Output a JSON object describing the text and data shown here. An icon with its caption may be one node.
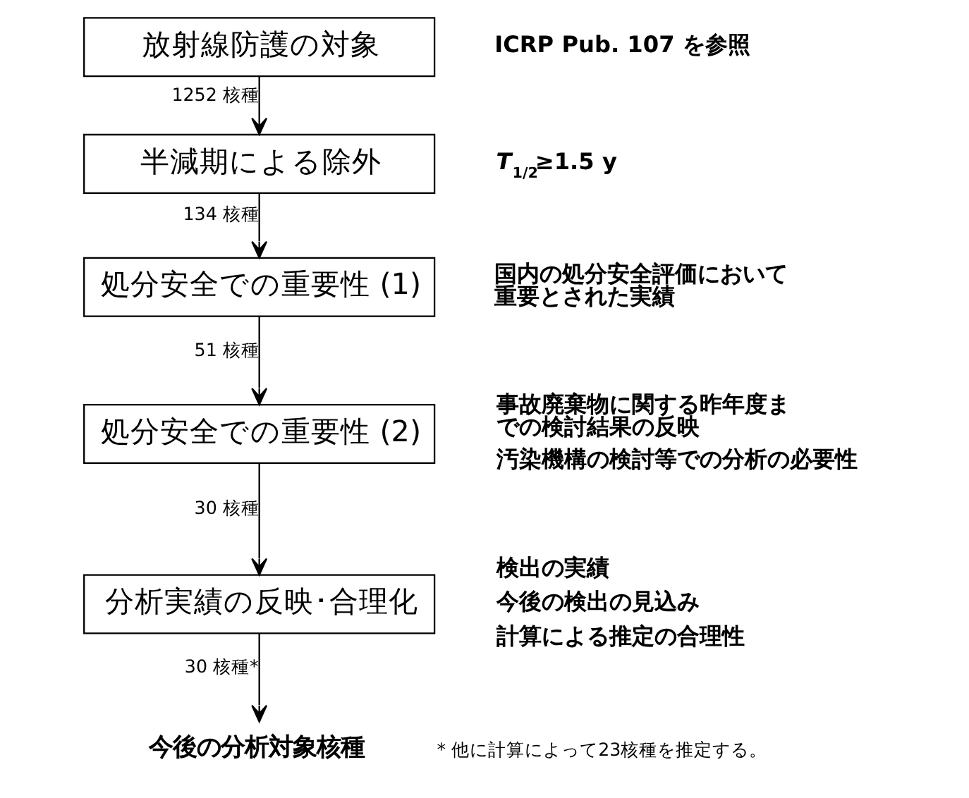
{
  "diagram": {
    "nodes": [
      {
        "text": [
          "放射線防護の対象"
        ],
        "beside": [
          "ICRP Pub. 107 を参照"
        ]
      },
      {
        "text": [
          "半減期による除外"
        ],
        "beside": [
          "*T*$_{1/2}$≥1.5 y"
        ]
      },
      {
        "text": [
          "処分安全での重要性 (1)"
        ],
        "beside": [
          "国内の処分安全評価において重要とされた実績"
        ]
      },
      {
        "text": [
          "処分安全での重要性 (2)"
        ],
        "beside": [
          "事故廃棄物に関する昨年度までの検討結果の反映",
          "汚染機構の検討等での分析の必要性"
        ]
      },
      {
        "text": [
          "分析実績の反映･合理化"
        ],
        "beside": [
          "検出の実績",
          "今後の検出の見込み",
          "計算による推定の合理性"
        ]
      },
      {
        "text": [
          "今後の分析対象核種"
        ]
      }
    ],
    "edges": [
      {
        "from": 0,
        "to": 1,
        "arrow": "to",
        "label": "1252 核種"
      },
      {
        "from": 1,
        "to": 2,
        "arrow": "to",
        "label": "134 核種"
      },
      {
        "from": 2,
        "to": 3,
        "arrow": "to",
        "label": "51 核種"
      },
      {
        "from": 3,
        "to": 4,
        "arrow": "to",
        "label": "30 核種"
      },
      {
        "from": 4,
        "to": 5,
        "arrow": "to",
        "label": "30 核種*"
      }
    ],
    "labels": [
      "* 他に計算によって23核種を推定する。"
    ]
  }
}
